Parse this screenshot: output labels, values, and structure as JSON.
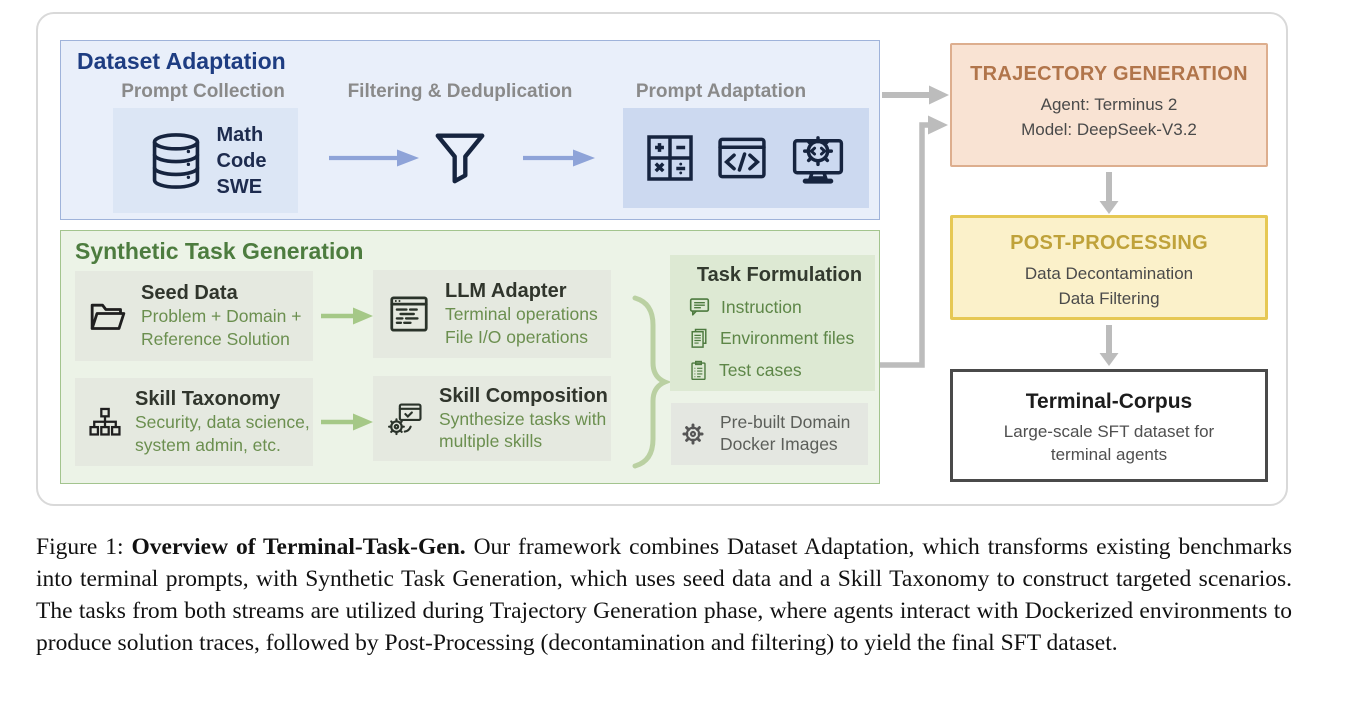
{
  "colors": {
    "dataset_panel_bg": "#e9effa",
    "dataset_panel_border": "#9fb3da",
    "dataset_header_text": "#1e3d82",
    "dataset_item_bg": "#dce6f5",
    "prompt_adaptation_bg": "#ccd9f0",
    "blue_arrow": "#8ea3d8",
    "navy_icon": "#16243f",
    "synthetic_panel_bg": "#ecf3e7",
    "synthetic_panel_border": "#a3c48e",
    "synthetic_header_text": "#4d7c3f",
    "green_item_bg": "#e5e9e0",
    "task_formulation_bg": "#dde9d3",
    "docker_bg": "#e4e7e1",
    "green_text": "#6b8f4f",
    "green_arrow": "#a5c887",
    "gray_arrow": "#bcbcbc",
    "step_label_text": "#8a8a8a",
    "trajectory_bg": "#f9e3d3",
    "trajectory_border": "#ddae8e",
    "trajectory_header_text": "#b1754b",
    "post_processing_bg": "#fbf1ca",
    "post_processing_border": "#e6c854",
    "post_processing_header_text": "#bfa23a",
    "terminal_corpus_border": "#4a4a4a"
  },
  "dataset_adaptation": {
    "title": "Dataset Adaptation",
    "step_labels": [
      "Prompt Collection",
      "Filtering & Deduplication",
      "Prompt Adaptation"
    ],
    "sources": [
      "Math",
      "Code",
      "SWE"
    ],
    "icons": [
      "database-icon",
      "funnel-icon",
      "math-operators-icon",
      "code-window-icon",
      "monitor-gear-icon"
    ]
  },
  "synthetic_task_generation": {
    "title": "Synthetic Task Generation",
    "seed_data": {
      "icon": "folder-icon",
      "title": "Seed Data",
      "subtitle": "Problem + Domain + Reference Solution"
    },
    "skill_taxonomy": {
      "icon": "org-chart-icon",
      "title": "Skill Taxonomy",
      "subtitle": "Security, data science, system admin, etc."
    },
    "llm_adapter": {
      "icon": "terminal-window-icon",
      "title": "LLM Adapter",
      "lines": [
        "Terminal operations",
        "File I/O operations"
      ]
    },
    "skill_composition": {
      "icon": "gear-window-icon",
      "title": "Skill Composition",
      "subtitle": "Synthesize tasks with multiple skills"
    },
    "task_formulation": {
      "title": "Task Formulation",
      "items": [
        {
          "icon": "speech-bubble-icon",
          "label": "Instruction"
        },
        {
          "icon": "documents-icon",
          "label": "Environment files"
        },
        {
          "icon": "clipboard-icon",
          "label": "Test cases"
        }
      ]
    },
    "docker": {
      "icon": "gear-icon",
      "label": "Pre-built Domain Docker Images"
    }
  },
  "trajectory_generation": {
    "title": "TRAJECTORY GENERATION",
    "lines": [
      "Agent: Terminus 2",
      "Model: DeepSeek-V3.2"
    ]
  },
  "post_processing": {
    "title": "POST-PROCESSING",
    "lines": [
      "Data Decontamination",
      "Data Filtering"
    ]
  },
  "terminal_corpus": {
    "title": "Terminal-Corpus",
    "subtitle": "Large-scale SFT dataset for terminal agents"
  },
  "caption": {
    "prefix": "Figure 1: ",
    "bold": "Overview of Terminal-Task-Gen.",
    "body": " Our framework combines Dataset Adaptation, which transforms existing benchmarks into terminal prompts, with Synthetic Task Generation, which uses seed data and a Skill Taxonomy to construct targeted scenarios. The tasks from both streams are utilized during Trajectory Generation phase, where agents interact with Dockerized environments to produce solution traces, followed by Post-Processing (decontamination and filtering) to yield the final SFT dataset."
  }
}
